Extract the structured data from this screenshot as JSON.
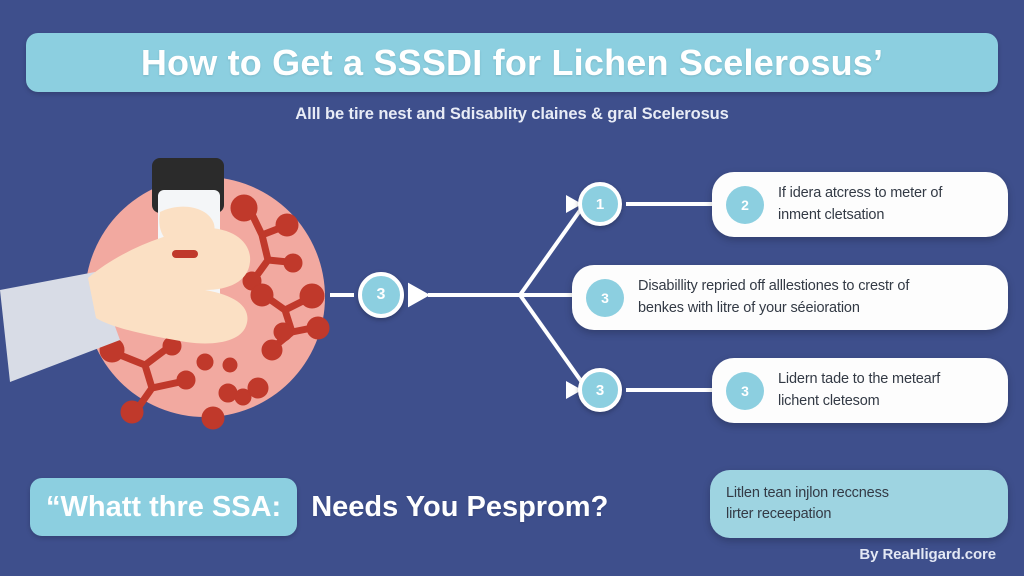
{
  "theme": {
    "background": "#3e4f8c",
    "accent": "#8ccfe0",
    "card_bg": "#fdfdfd",
    "text_light": "#ffffff",
    "text_dark": "#333a45",
    "lesion_pink": "#f2a9a0",
    "lesion_red": "#c0392b"
  },
  "header": {
    "title": "How to Get a SSSDI for Lichen Scelerosus’",
    "subtitle": "Alll be tire nest and Sdisablity claines & gral Scelerosus"
  },
  "illustration": {
    "name": "hand-holding-device-over-skin-lesion",
    "sleeve_color": "#d8dce6",
    "skin_color": "#fbe0c4",
    "device_color": "#2b2b2b",
    "circle_color": "#f2a9a0",
    "lesion_color": "#c0392b"
  },
  "diagram": {
    "hub": {
      "label": "3",
      "name": "hub-node"
    },
    "nodes": [
      {
        "label": "1",
        "name": "step-node-1"
      },
      {
        "label": "3",
        "name": "step-node-3"
      }
    ],
    "cards": [
      {
        "badge": "2",
        "line1": "If idera atcress to meter of",
        "line2": "inment cletsation"
      },
      {
        "badge": "3",
        "line1": "Disabillity repried off alllestiones to crestr of",
        "line2": "benkes with litre of your séeioration"
      },
      {
        "badge": "3",
        "line1": "Lidern tade to the metearf",
        "line2": "lichent cletesom"
      }
    ]
  },
  "bottom": {
    "highlight": "“Whatt thre SSA:",
    "rest": "Needs You Pesprom?",
    "side_card": {
      "line1": "Litlen tean injlon reccness",
      "line2": "lirter receepation"
    }
  },
  "footer": {
    "credit": "By ReaHligard.core"
  }
}
